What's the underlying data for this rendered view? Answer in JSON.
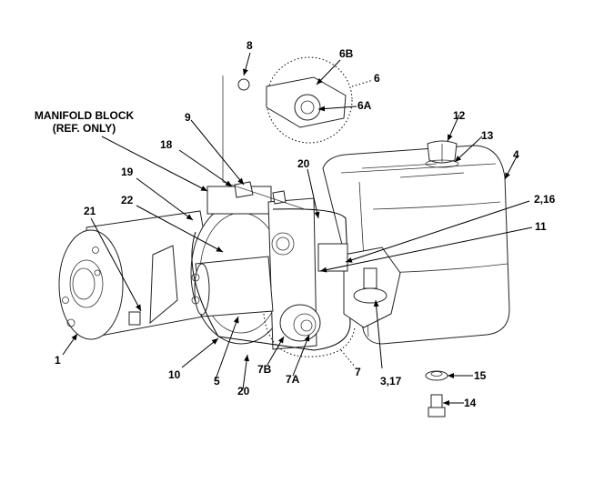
{
  "diagram": {
    "title": "Hydraulic power unit exploded parts view",
    "reference_label": {
      "line1": "MANIFOLD BLOCK",
      "line2": "(REF. ONLY)"
    },
    "callouts": [
      {
        "id": "c8",
        "text": "8"
      },
      {
        "id": "c6B",
        "text": "6B"
      },
      {
        "id": "c6",
        "text": "6"
      },
      {
        "id": "c6A",
        "text": "6A"
      },
      {
        "id": "c9",
        "text": "9"
      },
      {
        "id": "c12",
        "text": "12"
      },
      {
        "id": "c13",
        "text": "13"
      },
      {
        "id": "c18",
        "text": "18"
      },
      {
        "id": "c20top",
        "text": "20"
      },
      {
        "id": "c4",
        "text": "4"
      },
      {
        "id": "c19",
        "text": "19"
      },
      {
        "id": "c22",
        "text": "22"
      },
      {
        "id": "c2_16",
        "text": "2,16"
      },
      {
        "id": "c21",
        "text": "21"
      },
      {
        "id": "c11",
        "text": "11"
      },
      {
        "id": "c1",
        "text": "1"
      },
      {
        "id": "c10",
        "text": "10"
      },
      {
        "id": "c5",
        "text": "5"
      },
      {
        "id": "c20bot",
        "text": "20"
      },
      {
        "id": "c7B",
        "text": "7B"
      },
      {
        "id": "c7A",
        "text": "7A"
      },
      {
        "id": "c7",
        "text": "7"
      },
      {
        "id": "c3_17",
        "text": "3,17"
      },
      {
        "id": "c15",
        "text": "15"
      },
      {
        "id": "c14",
        "text": "14"
      }
    ]
  }
}
